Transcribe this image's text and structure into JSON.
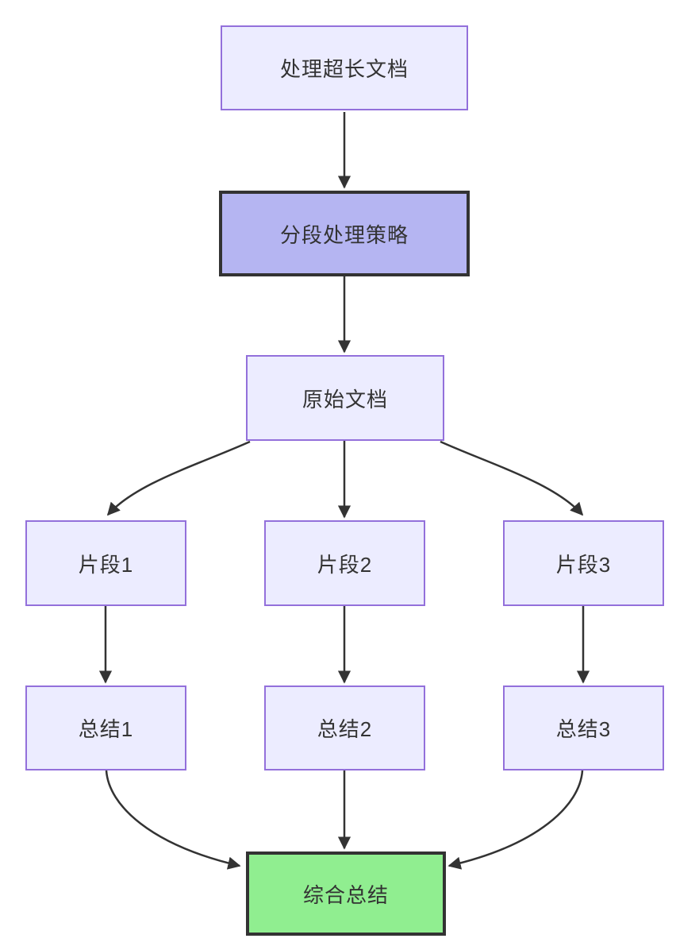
{
  "diagram": {
    "type": "flowchart",
    "direction": "top-down",
    "nodes": {
      "process_doc": {
        "label": "处理超长文档",
        "style": "default"
      },
      "strategy": {
        "label": "分段处理策略",
        "style": "highlight-purple"
      },
      "original": {
        "label": "原始文档",
        "style": "default"
      },
      "fragment1": {
        "label": "片段1",
        "style": "default"
      },
      "fragment2": {
        "label": "片段2",
        "style": "default"
      },
      "fragment3": {
        "label": "片段3",
        "style": "default"
      },
      "summary1": {
        "label": "总结1",
        "style": "default"
      },
      "summary2": {
        "label": "总结2",
        "style": "default"
      },
      "summary3": {
        "label": "总结3",
        "style": "default"
      },
      "final": {
        "label": "综合总结",
        "style": "highlight-green"
      }
    },
    "edges": [
      {
        "from": "process_doc",
        "to": "strategy",
        "arrow": "filled-triangle"
      },
      {
        "from": "strategy",
        "to": "original",
        "arrow": "filled-triangle"
      },
      {
        "from": "original",
        "to": "fragment1",
        "arrow": "filled-triangle"
      },
      {
        "from": "original",
        "to": "fragment2",
        "arrow": "filled-triangle"
      },
      {
        "from": "original",
        "to": "fragment3",
        "arrow": "filled-triangle"
      },
      {
        "from": "fragment1",
        "to": "summary1",
        "arrow": "filled-triangle"
      },
      {
        "from": "fragment2",
        "to": "summary2",
        "arrow": "filled-triangle"
      },
      {
        "from": "fragment3",
        "to": "summary3",
        "arrow": "filled-triangle"
      },
      {
        "from": "summary1",
        "to": "final",
        "arrow": "filled-triangle"
      },
      {
        "from": "summary2",
        "to": "final",
        "arrow": "filled-triangle"
      },
      {
        "from": "summary3",
        "to": "final",
        "arrow": "filled-triangle"
      }
    ],
    "colors": {
      "node_fill": "#ECECFF",
      "node_border": "#9370DB",
      "highlight_fill": "#b5b5f2",
      "highlight_border": "#333333",
      "final_fill": "#90EE90",
      "final_border": "#333333",
      "edge": "#333333",
      "text": "#333333",
      "background": "#ffffff"
    }
  }
}
